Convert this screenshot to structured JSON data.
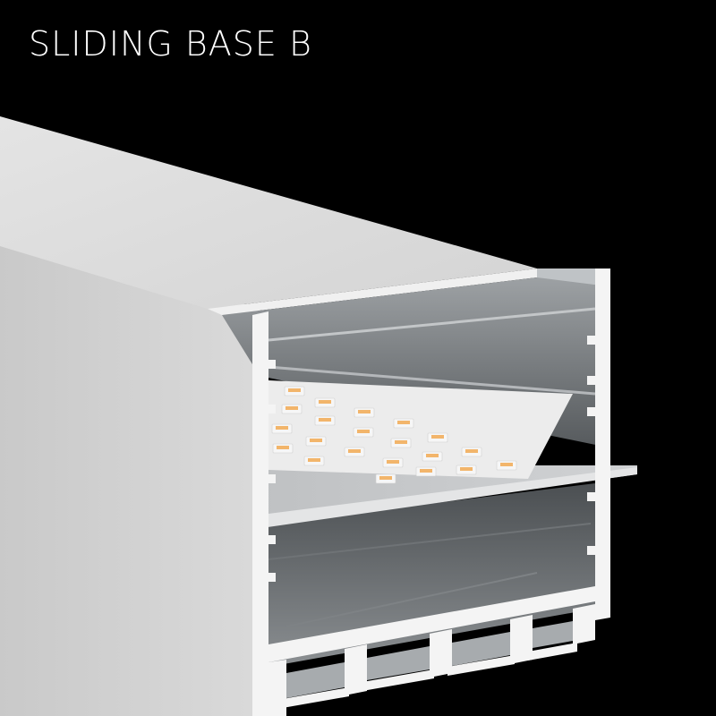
{
  "title": "SLIDING BASE B",
  "product": {
    "subject": "aluminum LED profile with opal diffuser and sliding LED base",
    "components": [
      "opal-diffuser-cover",
      "aluminum-profile-body",
      "sliding-base-tray",
      "led-board"
    ]
  },
  "colors": {
    "background": "#000000",
    "title_text": "#ffffff",
    "diffuser_top": "#dcdcdc",
    "diffuser_edge": "#f2f2f2",
    "profile_side": "#d3d3d3",
    "profile_side_dark": "#bdbdbd",
    "profile_cut_face": "#f4f4f4",
    "interior_dark": "#5c6063",
    "interior_mid": "#8a8e91",
    "interior_light": "#a9adb0",
    "tray": "#c9cbcd",
    "tray_edge": "#e6e7e8",
    "led_board": "#eeeeee",
    "led_chip_body": "#f7f7f7",
    "led_phosphor": "#f2b56b"
  }
}
